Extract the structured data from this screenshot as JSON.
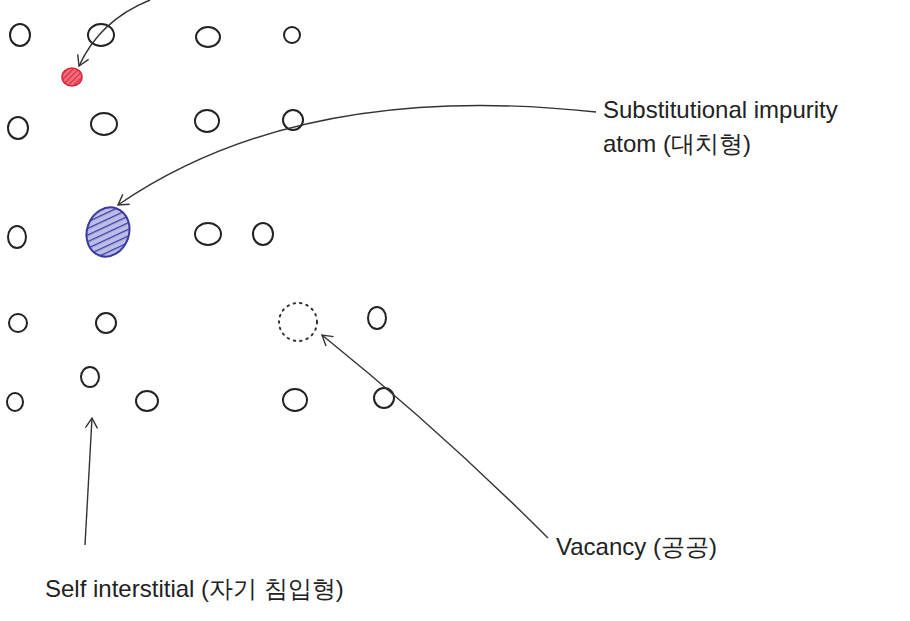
{
  "diagram": {
    "labels": [
      "Substitutional impurity atom (대치형)",
      "Vacancy (공공)",
      "Self interstitial (자기 침입형)"
    ]
  }
}
